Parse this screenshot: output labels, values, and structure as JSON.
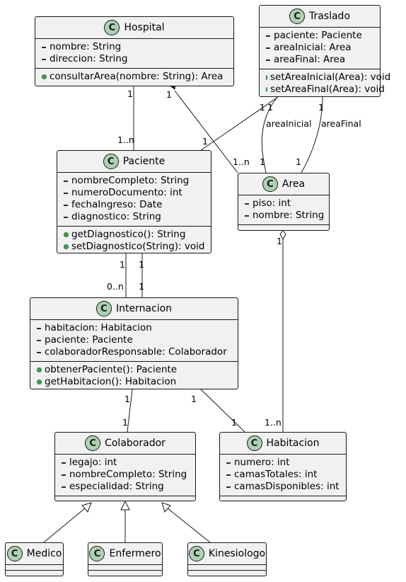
{
  "classes": {
    "hospital": {
      "name": "Hospital",
      "attributes": [
        "nombre: String",
        "direccion: String"
      ],
      "methods": [
        "consultarArea(nombre: String): Area"
      ]
    },
    "traslado": {
      "name": "Traslado",
      "attributes": [
        "paciente: Paciente",
        "areaInicial: Area",
        "areaFinal: Area"
      ],
      "methods": [
        "setAreaInicial(Area): void",
        "setAreaFinal(Area): void"
      ]
    },
    "paciente": {
      "name": "Paciente",
      "attributes": [
        "nombreCompleto: String",
        "numeroDocumento: int",
        "fechaIngreso: Date",
        "diagnostico: String"
      ],
      "methods": [
        "getDiagnostico(): String",
        "setDiagnostico(String): void"
      ]
    },
    "area": {
      "name": "Area",
      "attributes": [
        "piso: int",
        "nombre: String"
      ],
      "methods": []
    },
    "internacion": {
      "name": "Internacion",
      "attributes": [
        "habitacion: Habitacion",
        "paciente: Paciente",
        "colaboradorResponsable: Colaborador"
      ],
      "methods": [
        "obtenerPaciente(): Paciente",
        "getHabitacion(): Habitacion"
      ]
    },
    "colaborador": {
      "name": "Colaborador",
      "attributes": [
        "legajo: int",
        "nombreCompleto: String",
        "especialidad: String"
      ],
      "methods": []
    },
    "habitacion": {
      "name": "Habitacion",
      "attributes": [
        "numero: int",
        "camasTotales: int",
        "camasDisponibles: int"
      ],
      "methods": []
    },
    "medico": {
      "name": "Medico",
      "attributes": [],
      "methods": []
    },
    "enfermero": {
      "name": "Enfermero",
      "attributes": [],
      "methods": []
    },
    "kinesiologo": {
      "name": "Kinesiologo",
      "attributes": [],
      "methods": []
    }
  },
  "class_icon_letter": "C",
  "labels": {
    "hospital_paciente_src": "1",
    "hospital_paciente_dst": "1..n",
    "hospital_area_src": "1",
    "hospital_area_dst": "1..n",
    "traslado_paciente_src": "1",
    "traslado_paciente_dst": "1",
    "traslado_areainicial_src": "1",
    "traslado_areainicial_dst": "1",
    "traslado_areainicial_role": "areaInicial",
    "traslado_areafinal_src": "1",
    "traslado_areafinal_dst": "1",
    "traslado_areafinal_role": "areaFinal",
    "area_habitacion_src": "1",
    "area_habitacion_dst": "1..n",
    "paciente_internacion1_src": "1",
    "paciente_internacion1_dst": "0..n",
    "paciente_internacion2_src": "1",
    "paciente_internacion2_dst": "1",
    "internacion_colaborador_src": "1",
    "internacion_colaborador_dst": "1",
    "internacion_habitacion_src": "1",
    "internacion_habitacion_dst": "1"
  },
  "colors": {
    "class_fill": "#f1f1f1",
    "class_border": "#181818",
    "class_icon": "#add1b2",
    "edge": "#181818"
  }
}
